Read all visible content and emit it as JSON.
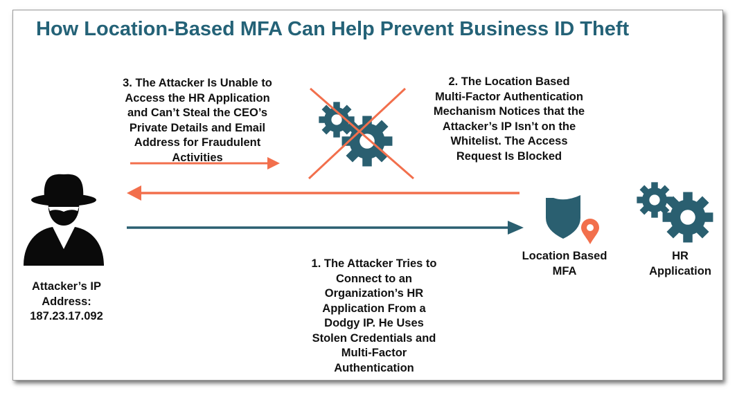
{
  "title": "How Location-Based MFA Can Help Prevent Business ID Theft",
  "colors": {
    "title": "#246277",
    "teal": "#2a5f70",
    "orange": "#f26f4c",
    "black": "#0a0a0a"
  },
  "steps": {
    "step1": "1. The Attacker Tries to\nConnect to an\nOrganization’s HR\nApplication From a\nDodgy IP. He Uses\nStolen Credentials and\nMulti-Factor\nAuthentication",
    "step2": "2. The Location Based\nMulti-Factor Authentication\nMechanism Notices that the\nAttacker’s IP Isn’t on the\nWhitelist. The Access\nRequest Is Blocked",
    "step3": "3. The Attacker Is Unable to\nAccess the HR Application\nand Can’t Steal the CEO’s\nPrivate Details and Email\nAddress for Fraudulent\nActivities"
  },
  "attacker": {
    "label": "Attacker’s IP\nAddress:\n187.23.17.092",
    "icon": "hacker-icon"
  },
  "mfa": {
    "label": "Location Based\nMFA",
    "icon": "shield-location-icon"
  },
  "hr_app": {
    "label": "HR\nApplication",
    "icon": "gears-icon"
  },
  "blocked_icon": "crossed-gears-icon"
}
